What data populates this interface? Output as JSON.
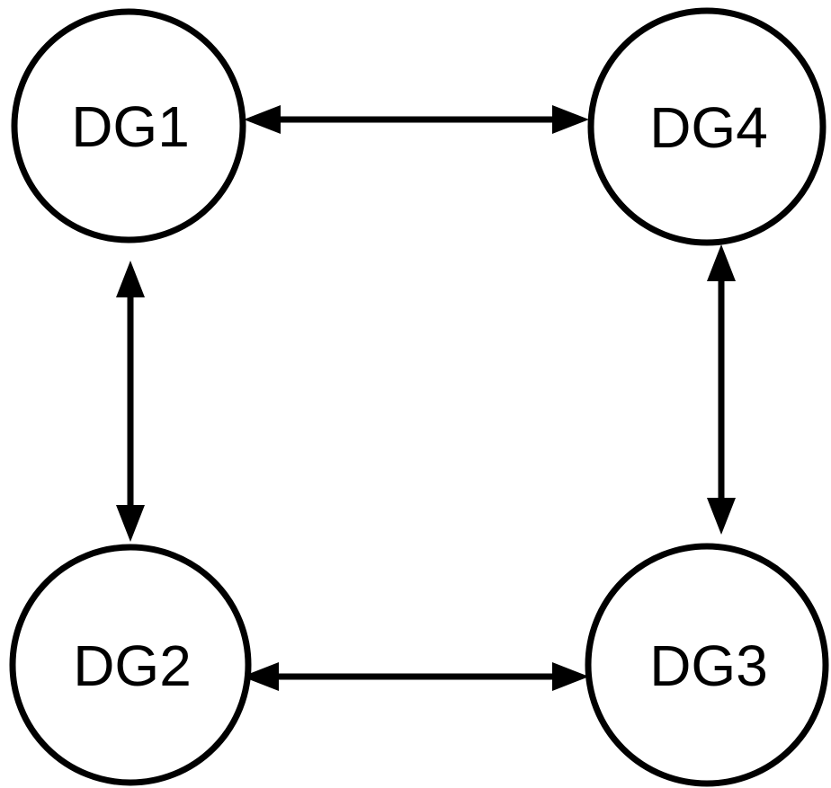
{
  "diagram": {
    "background_color": "#ffffff",
    "line_color": "#000000",
    "nodes": [
      {
        "id": "dg1",
        "label": "DG1",
        "position": "top-left"
      },
      {
        "id": "dg4",
        "label": "DG4",
        "position": "top-right"
      },
      {
        "id": "dg2",
        "label": "DG2",
        "position": "bottom-left"
      },
      {
        "id": "dg3",
        "label": "DG3",
        "position": "bottom-right"
      }
    ],
    "edges": [
      {
        "from": "DG1",
        "to": "DG4",
        "type": "bidirectional-arrow"
      },
      {
        "from": "DG1",
        "to": "DG2",
        "type": "bidirectional-arrow"
      },
      {
        "from": "DG4",
        "to": "DG3",
        "type": "bidirectional-arrow"
      },
      {
        "from": "DG2",
        "to": "DG3",
        "type": "bidirectional-arrow"
      }
    ]
  }
}
